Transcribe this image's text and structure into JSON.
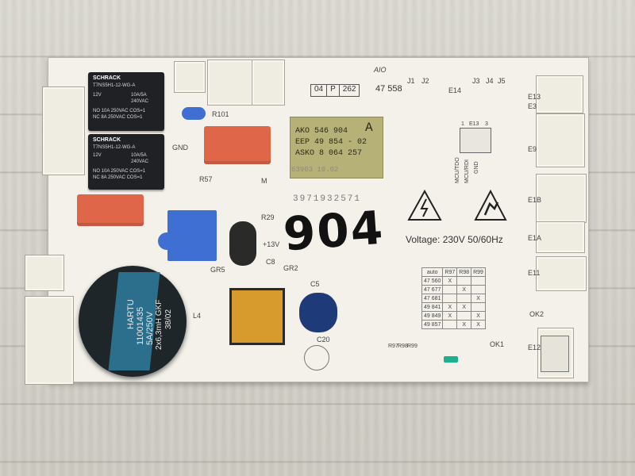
{
  "photo": {
    "handwritten_number": "904",
    "voltage_text": "Voltage: 230V 50/60Hz",
    "label_sticker": {
      "line1_left": "AKO 546 904",
      "line1_right": "A",
      "line2": "EEP 49 854 - 02",
      "line3": "ASKO 8 064 257",
      "line4": "63903 10.02"
    },
    "part_box": {
      "cells": [
        "04",
        "P",
        "262"
      ],
      "number": "47 558"
    },
    "relay1": {
      "brand": "SCHRACK",
      "model": "T7NS5H1-12-WG-A",
      "ratings": [
        "12V",
        "10A/5A",
        "240VAC",
        "NO 10A 250VAC COS=1",
        "NC 8A 250VAC COS=1"
      ]
    },
    "relay2": {
      "brand": "SCHRACK",
      "model": "T7NS5H1-12-WG-A",
      "ratings": [
        "12V",
        "10A/5A",
        "240VAC",
        "NO 10A 250VAC COS=1",
        "NC 8A 250VAC COS=1"
      ]
    },
    "transformer_top_text": [
      "HARTU",
      "11001435",
      "5A/250V",
      "2x6,3mH GKF",
      "38/02"
    ],
    "barcode_text": "3971932571",
    "silkscreen": [
      "J1",
      "J2",
      "E14",
      "J3",
      "J4",
      "J5",
      "E13",
      "E3",
      "E9",
      "E1B",
      "E1A",
      "E11",
      "E12",
      "OK1",
      "OK2",
      "R101",
      "R57",
      "R29",
      "R97",
      "R98",
      "R99",
      "C5",
      "C8",
      "C20",
      "GR2",
      "GR5",
      "L4",
      "GND",
      "+13V",
      "M",
      "MCU/TDO",
      "MCU/RDI",
      "GND",
      "AIO"
    ],
    "mcu_pins": [
      "1",
      "E13",
      "3"
    ],
    "auto_table": {
      "header": [
        "auto",
        "R97",
        "R98",
        "R99"
      ],
      "rows": [
        [
          "47 560",
          "X",
          "",
          ""
        ],
        [
          "47 677",
          "",
          "X",
          ""
        ],
        [
          "47 681",
          "",
          "",
          "X"
        ],
        [
          "49 841",
          "X",
          "X",
          ""
        ],
        [
          "49 849",
          "X",
          "",
          "X"
        ],
        [
          "49 857",
          "",
          "X",
          "X"
        ]
      ]
    },
    "colors": {
      "board": "#f3f1ea",
      "relay": "#1f2124",
      "relay_orange": "#e0664a",
      "sticker": "#b6b176",
      "capacitor_blue": "#3f6fd2",
      "transformer": "#1e2629"
    }
  }
}
